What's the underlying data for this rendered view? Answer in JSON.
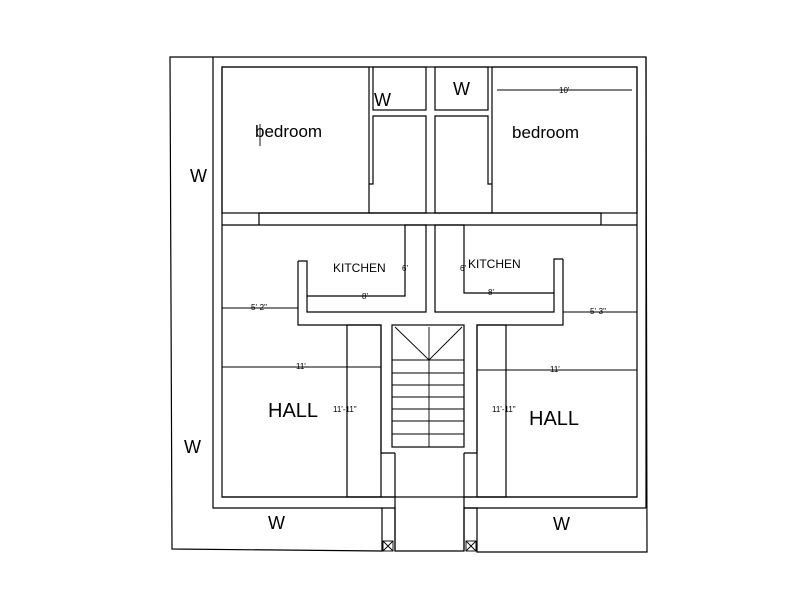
{
  "window_label": "W",
  "rooms": {
    "bedroom_left": "bedroom",
    "bedroom_right": "bedroom",
    "kitchen_left": "KITCHEN",
    "kitchen_right": "KITCHEN",
    "hall_left": "HALL",
    "hall_right": "HALL"
  },
  "dimensions": {
    "bedroom_right_width": "10'",
    "kitchen_left_depth": "6'",
    "kitchen_right_depth": "6'",
    "kitchen_left_width": "8'",
    "kitchen_right_width": "8'",
    "left_side": "5'-2\"",
    "right_side": "5'-3\"",
    "hall_left_width": "11'",
    "hall_right_width": "11'",
    "hall_left_depth": "11'-11\"",
    "hall_right_depth": "11'-11\""
  }
}
